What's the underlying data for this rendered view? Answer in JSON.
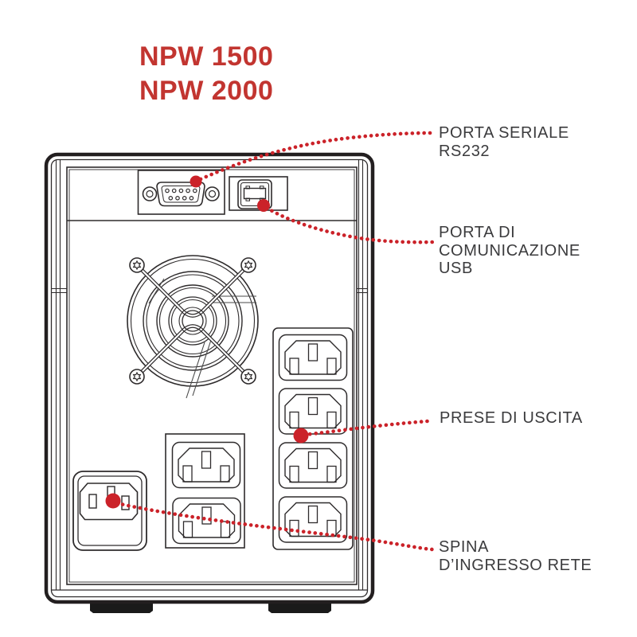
{
  "title": {
    "line1": "NPW 1500",
    "line2": "NPW 2000"
  },
  "callouts": {
    "serial": {
      "line1": "PORTA SERIALE",
      "line2": "RS232"
    },
    "usb": {
      "line1": "PORTA DI",
      "line2": "COMUNICAZIONE",
      "line3": "USB"
    },
    "outputs": {
      "line1": "PRESE DI USCITA"
    },
    "input": {
      "line1": "SPINA",
      "line2": "D’INGRESSO RETE"
    }
  },
  "colors": {
    "accent_red": "#cb2229",
    "title_red": "#c23530",
    "drawing_line": "#2e2b2c",
    "label_text": "#3b3b3d"
  }
}
